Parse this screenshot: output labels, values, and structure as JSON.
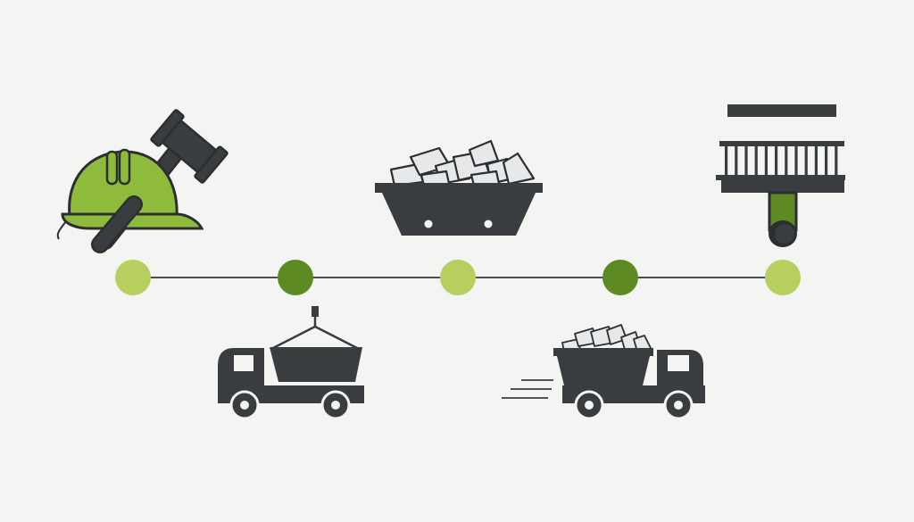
{
  "colors": {
    "background": "#f4f4f3",
    "dark": "#3a3d40",
    "dark_stroke": "#2c2f32",
    "light_green": "#b7cf5e",
    "dark_green": "#5e8a23",
    "helmet_green": "#8fbb3c",
    "rubble_fill": "#e6e8e9",
    "line": "#4a4d50"
  },
  "timeline": {
    "nodes": [
      {
        "step": 1,
        "tone": "light"
      },
      {
        "step": 2,
        "tone": "dark"
      },
      {
        "step": 3,
        "tone": "light"
      },
      {
        "step": 4,
        "tone": "dark"
      },
      {
        "step": 5,
        "tone": "light"
      }
    ]
  },
  "icons": [
    {
      "step": 1,
      "name": "helmet-hammer-icon",
      "position": "above"
    },
    {
      "step": 2,
      "name": "crane-truck-skip-icon",
      "position": "below"
    },
    {
      "step": 3,
      "name": "rubble-skip-icon",
      "position": "above"
    },
    {
      "step": 4,
      "name": "loaded-truck-icon",
      "position": "below"
    },
    {
      "step": 5,
      "name": "railing-pipe-icon",
      "position": "above"
    }
  ]
}
